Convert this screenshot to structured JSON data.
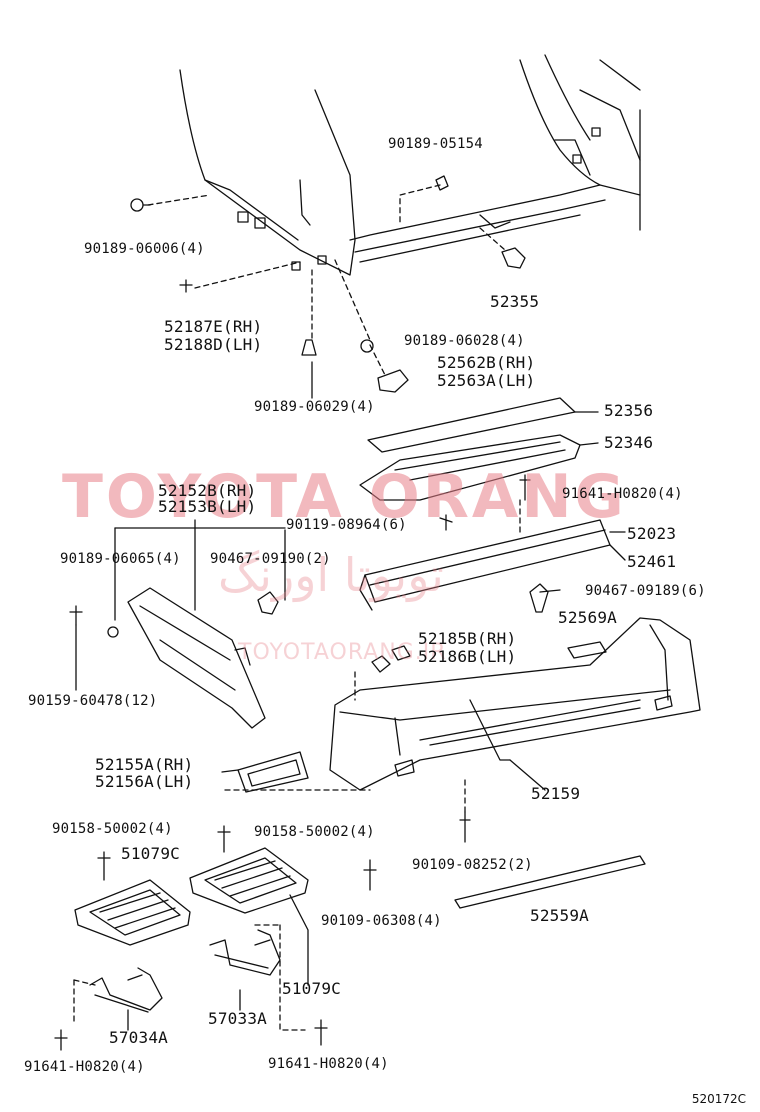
{
  "colors": {
    "ink": "#111111",
    "watermark": "#e8808a",
    "paper": "#ffffff"
  },
  "watermark": {
    "main": "TOYOTA ORANG",
    "farsi": "تویوتا اورنگ",
    "sub": "TOYOTAORANG.IR"
  },
  "reference": "520172C",
  "parts": {
    "p90189_05154": "90189-05154",
    "p90189_06006": "90189-06006(4)",
    "p52355": "52355",
    "p52187E": "52187E(RH)",
    "p52188D": "52188D(LH)",
    "p90189_06028": "90189-06028(4)",
    "p52562B": "52562B(RH)",
    "p52563A": "52563A(LH)",
    "p90189_06029": "90189-06029(4)",
    "p52356": "52356",
    "p52346": "52346",
    "p52152B": "52152B(RH)",
    "p52153B": "52153B(LH)",
    "p91641_h0820_top": "91641-H0820(4)",
    "p90119_08964": "90119-08964(6)",
    "p52023": "52023",
    "p52461": "52461",
    "p90189_06065": "90189-06065(4)",
    "p90467_09190": "90467-09190(2)",
    "p90467_09189": "90467-09189(6)",
    "p52569A": "52569A",
    "p52185B": "52185B(RH)",
    "p52186B": "52186B(LH)",
    "p90159_60478": "90159-60478(12)",
    "p52155A": "52155A(RH)",
    "p52156A": "52156A(LH)",
    "p52159": "52159",
    "p90158_50002_left": "90158-50002(4)",
    "p90158_50002_right": "90158-50002(4)",
    "p51079C_top": "51079C",
    "p90109_08252": "90109-08252(2)",
    "p90109_06308": "90109-06308(4)",
    "p52559A": "52559A",
    "p51079C_bottom": "51079C",
    "p57033A": "57033A",
    "p57034A": "57034A",
    "p91641_h0820_left": "91641-H0820(4)",
    "p91641_h0820_right": "91641-H0820(4)"
  },
  "icons": [
    "bolt-icon",
    "clip-icon",
    "grommet-icon",
    "bracket-icon"
  ]
}
